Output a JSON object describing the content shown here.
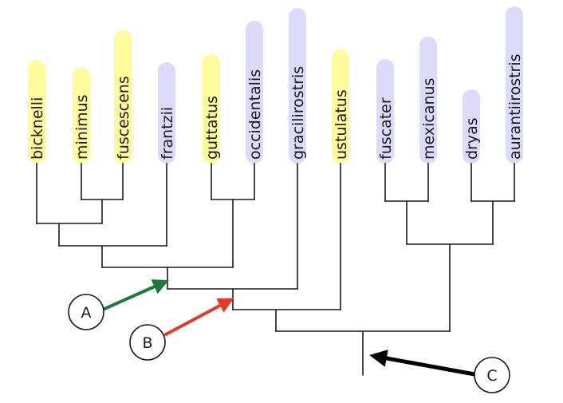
{
  "colors": {
    "highlight_yellow": "#fdfb9c",
    "highlight_lavender": "#dcdaf9",
    "branch": "#1a1a1a",
    "arrow_a": "#1f7a3a",
    "arrow_b": "#e03a2c",
    "arrow_c": "#000000"
  },
  "taxa": [
    {
      "label": "bicknelli",
      "highlight": "yellow"
    },
    {
      "label": "minimus",
      "highlight": "yellow"
    },
    {
      "label": "fuscescens",
      "highlight": "yellow"
    },
    {
      "label": "frantzii",
      "highlight": "lavender"
    },
    {
      "label": "guttatus",
      "highlight": "yellow"
    },
    {
      "label": "occidentalis",
      "highlight": "lavender"
    },
    {
      "label": "gracilirostris",
      "highlight": "lavender"
    },
    {
      "label": "ustulatus",
      "highlight": "yellow"
    },
    {
      "label": "fuscater",
      "highlight": "lavender"
    },
    {
      "label": "mexicanus",
      "highlight": "lavender"
    },
    {
      "label": "dryas",
      "highlight": "lavender"
    },
    {
      "label": "aurantiirostris",
      "highlight": "lavender"
    }
  ],
  "markers": [
    {
      "label": "A",
      "arrow_color": "arrow_a"
    },
    {
      "label": "B",
      "arrow_color": "arrow_b"
    },
    {
      "label": "C",
      "arrow_color": "arrow_c"
    }
  ]
}
